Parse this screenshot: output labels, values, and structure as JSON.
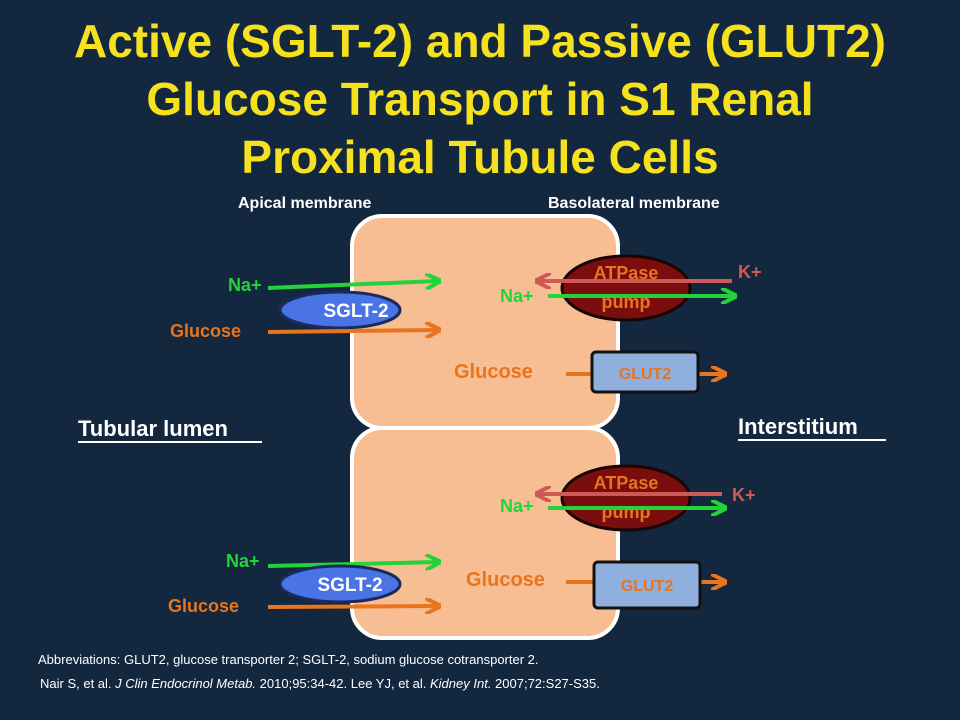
{
  "title": {
    "line1": "Active (SGLT-2) and Passive (GLUT2)",
    "line2": "Glucose Transport in S1 Renal",
    "line3": "Proximal Tubule Cells"
  },
  "membranes": {
    "apical": "Apical membrane",
    "basolateral": "Basolateral membrane"
  },
  "regions": {
    "lumen": "Tubular lumen",
    "interstitium": "Interstitium"
  },
  "cells": [
    {
      "na_in": "Na+",
      "glucose_in": "Glucose",
      "sglt": "SGLT-2",
      "na_pump": "Na+",
      "k_pump": "K+",
      "atpase_line1": "ATPase",
      "atpase_line2": "pump",
      "glucose_cell": "Glucose",
      "glut": "GLUT2"
    },
    {
      "na_in": "Na+",
      "glucose_in": "Glucose",
      "sglt": "SGLT-2",
      "na_pump": "Na+",
      "k_pump": "K+",
      "atpase_line1": "ATPase",
      "atpase_line2": "pump",
      "glucose_cell": "Glucose",
      "glut": "GLUT2"
    }
  ],
  "footer": {
    "abbreviations": "Abbreviations: GLUT2, glucose transporter 2; SGLT-2, sodium glucose cotransporter 2.",
    "ref_part1": "Nair S, et al. ",
    "ref_journal1": "J Clin Endocrinol Metab.",
    "ref_part2": " 2010;95:34-42. Lee YJ, et al. ",
    "ref_journal2": "Kidney Int.",
    "ref_part3": " 2007;72:S27-S35."
  },
  "colors": {
    "background": "#13283f",
    "title": "#f5e11d",
    "cell": "#f8be93",
    "sodium": "#22d43a",
    "glucose": "#e8741d",
    "potassium": "#cf5a55",
    "sglt": "#4a74e6",
    "atpase": "#7a0d0d",
    "glut": "#8fb0dc"
  }
}
